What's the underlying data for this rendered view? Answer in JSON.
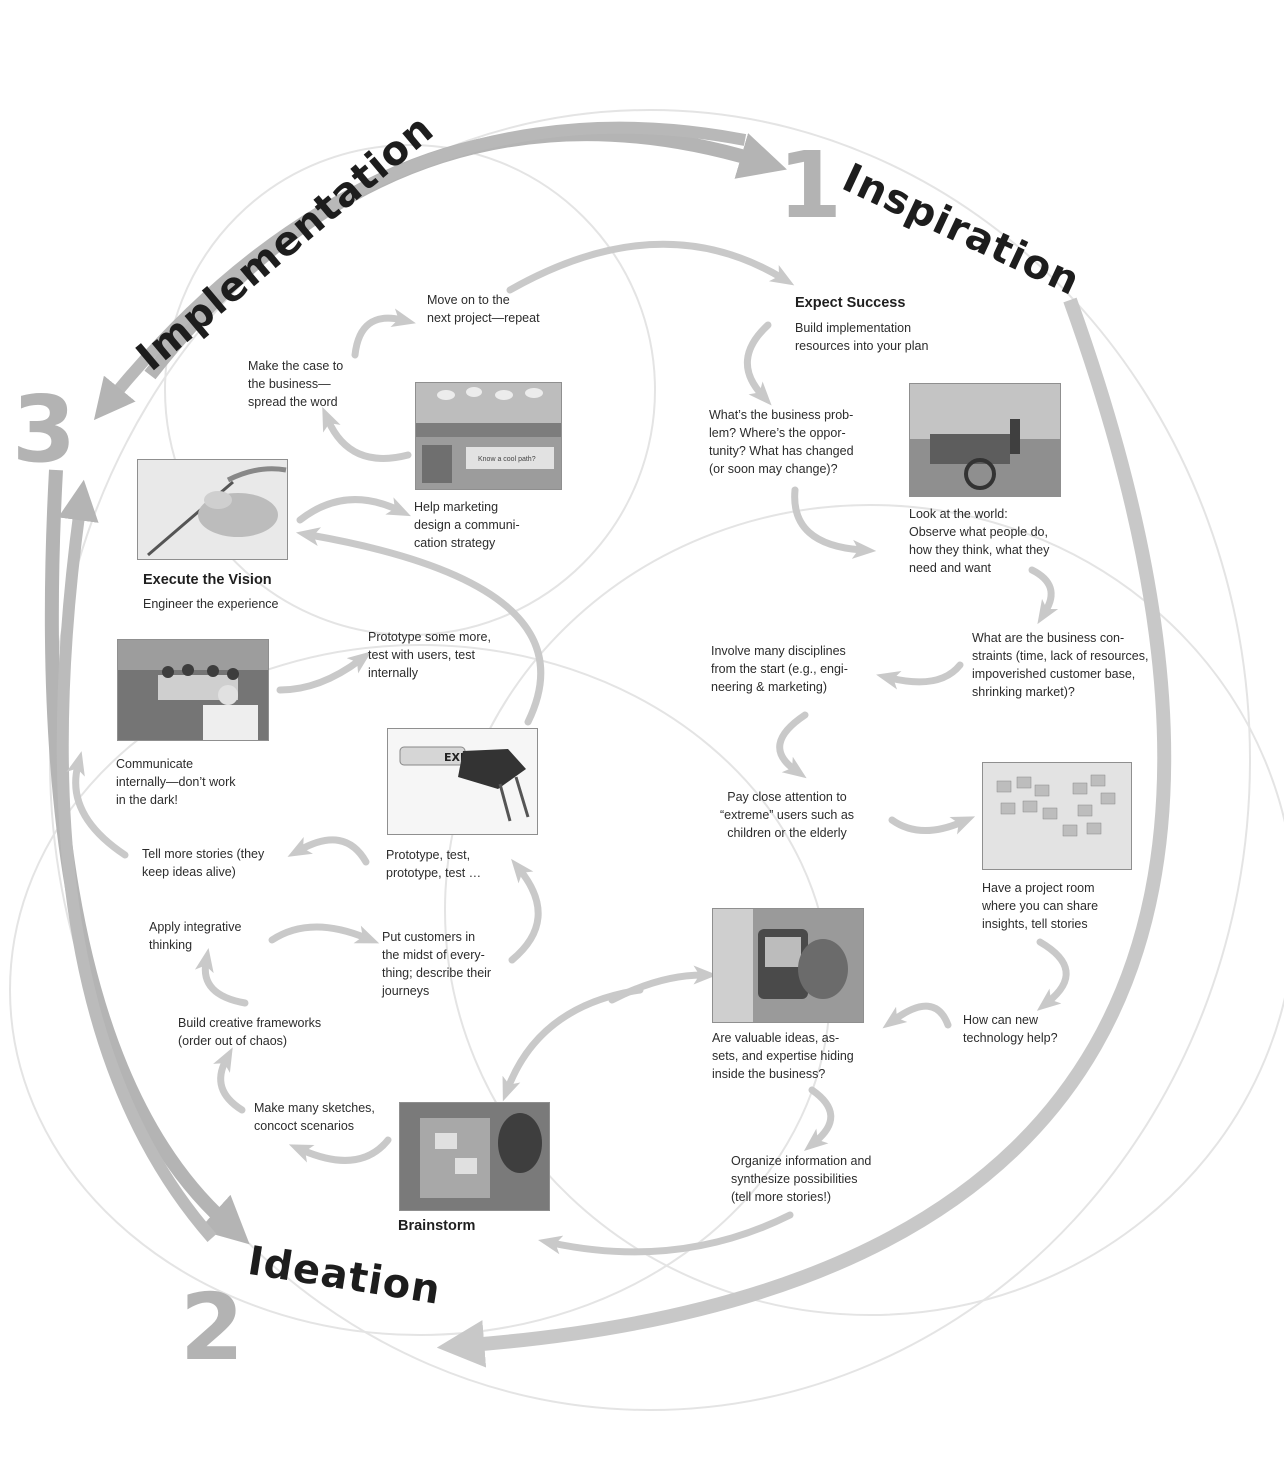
{
  "phases": {
    "inspiration": {
      "number": "1",
      "title": "Inspiration"
    },
    "ideation": {
      "number": "2",
      "title": "Ideation"
    },
    "implementation": {
      "number": "3",
      "title": "Implementation"
    }
  },
  "headings": {
    "expect_success": {
      "title": "Expect Success",
      "subtitle": "Build implementation\nresources into your plan"
    },
    "execute_vision": {
      "title": "Execute the Vision",
      "subtitle": "Engineer the experience"
    },
    "brainstorm": {
      "title": "Brainstorm"
    }
  },
  "notes": {
    "move_on": "Move on to the\nnext project—repeat",
    "make_case": "Make the case to\nthe business—\nspread the word",
    "help_marketing": "Help marketing\ndesign a communi-\ncation strategy",
    "prototype_more": "Prototype some more,\ntest with users, test\ninternally",
    "communicate": "Communicate\ninternally—don’t work\nin the dark!",
    "tell_stories": "Tell more stories (they\nkeep ideas alive)",
    "prototype_test": "Prototype, test,\nprototype, test …",
    "apply_integrative": "Apply integrative\nthinking",
    "put_customers": "Put customers in\nthe midst of every-\nthing; describe their\njourneys",
    "build_frameworks": "Build creative frameworks\n(order out of chaos)",
    "make_sketches": "Make many sketches,\nconcoct scenarios",
    "business_problem": "What’s the business prob-\nlem? Where’s the oppor-\ntunity? What has changed\n(or soon may change)?",
    "look_world": "Look at the world:\nObserve what people do,\nhow they think, what they\nneed and want",
    "constraints": "What are the business con-\nstraints (time, lack of resources,\nimpoverished customer base,\nshrinking market)?",
    "involve_disciplines": "Involve many disciplines\nfrom the start (e.g., engi-\nneering & marketing)",
    "pay_attention": "Pay close attention to\n“extreme” users such as\nchildren or the elderly",
    "project_room": "Have a project room\nwhere you can share\ninsights, tell stories",
    "new_technology": "How can new\ntechnology help?",
    "valuable_ideas": "Are valuable ideas, as-\nsets, and expertise hiding\ninside the business?",
    "organize_info": "Organize information and\nsynthesize possibilities\n(tell more stories!)"
  },
  "photo_texts": {
    "slide_title": "Know a cool path?",
    "marker_label": "EXPO"
  },
  "colors": {
    "big_arrow": "#b4b4b4",
    "small_arrow": "#c9c9c9",
    "circle": "#e4e4e4",
    "number": "#b3b3b3",
    "text": "#2c2c2c"
  }
}
